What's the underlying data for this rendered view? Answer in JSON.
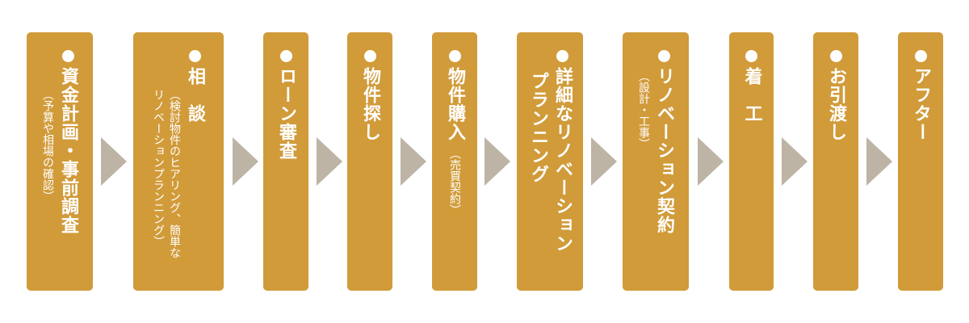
{
  "colors": {
    "box": "#D19B3A",
    "arrow": "#BDB4A6"
  },
  "steps": [
    {
      "title": "資金計画・事前調査",
      "note": "（予算や相場の確認）"
    },
    {
      "title": "相　談",
      "note_lines": [
        "（検討物件のヒアリング、簡単な",
        "リノベーションプランニング）"
      ]
    },
    {
      "title": "ローン審査"
    },
    {
      "title": "物件探し"
    },
    {
      "title": "物件購入",
      "note": "（売買契約）"
    },
    {
      "title_lines": [
        "詳細なリノベーション",
        "プランニング"
      ]
    },
    {
      "title": "リノベーション契約",
      "note": "（設計・工事）"
    },
    {
      "title": "着　工"
    },
    {
      "title": "お引渡し"
    },
    {
      "title": "アフター"
    }
  ]
}
